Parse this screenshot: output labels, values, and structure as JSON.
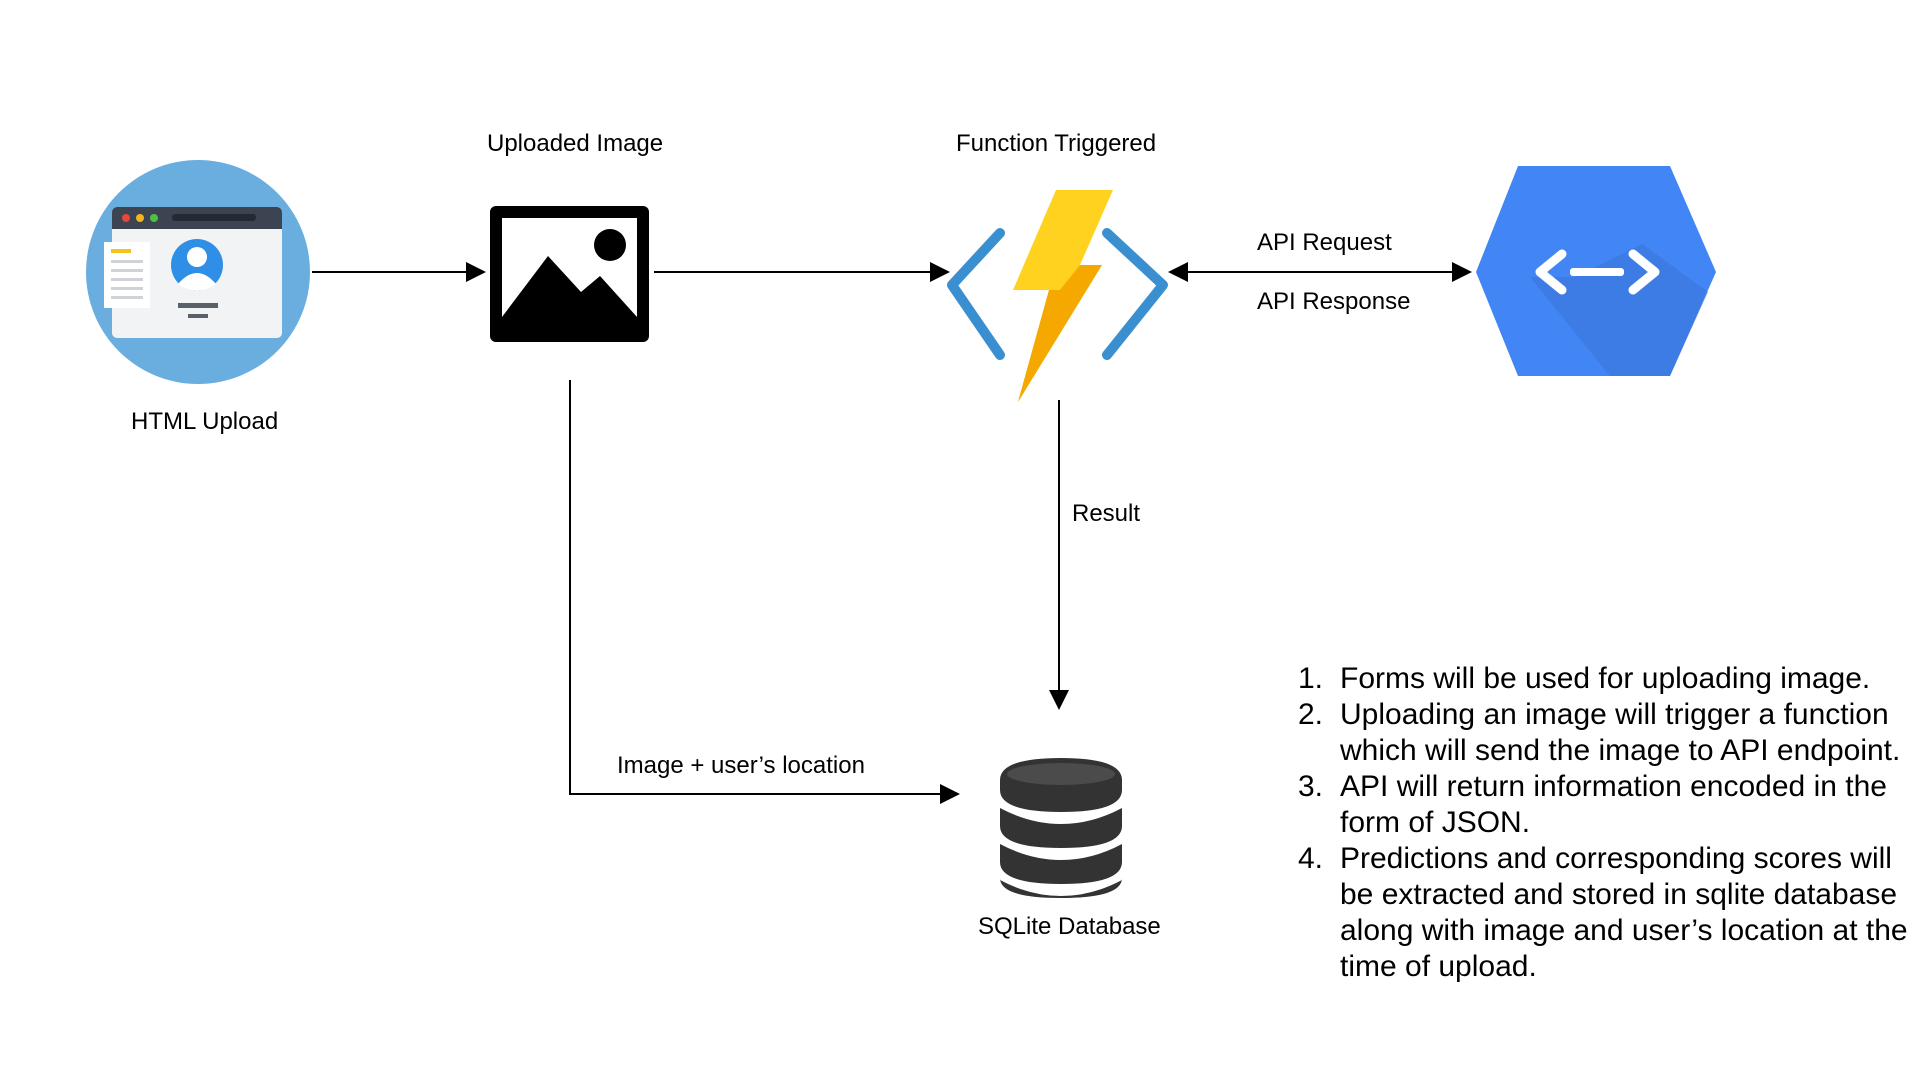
{
  "nodes": {
    "html_upload": {
      "label": "HTML Upload",
      "icon": "browser-profile-icon"
    },
    "uploaded_image": {
      "label": "Uploaded Image",
      "icon": "image-icon"
    },
    "function_triggered": {
      "label": "Function Triggered",
      "icon": "azure-function-icon"
    },
    "api_endpoint": {
      "label": "",
      "icon": "api-endpoint-icon"
    },
    "sqlite_database": {
      "label": "SQLite Database",
      "icon": "database-icon"
    }
  },
  "edges": {
    "api_request": "API Request",
    "api_response": "API Response",
    "result": "Result",
    "image_location": "Image + user’s location"
  },
  "notes": [
    {
      "num": "1.",
      "text": "Forms will be used for uploading image."
    },
    {
      "num": "2.",
      "text": "Uploading an image will trigger a function which will send the image to API endpoint."
    },
    {
      "num": "3.",
      "text": "API will return information encoded in the form of JSON."
    },
    {
      "num": "4.",
      "text": "Predictions and corresponding scores will be extracted and stored in sqlite database along with image and user’s location at the time of upload."
    }
  ],
  "colors": {
    "upload_circle": "#6aaee0",
    "function_blue": "#3a8fd0",
    "bolt_yellow": "#ffd21f",
    "bolt_orange": "#f5a800",
    "api_blue": "#4285f4",
    "database_dark": "#333333"
  }
}
